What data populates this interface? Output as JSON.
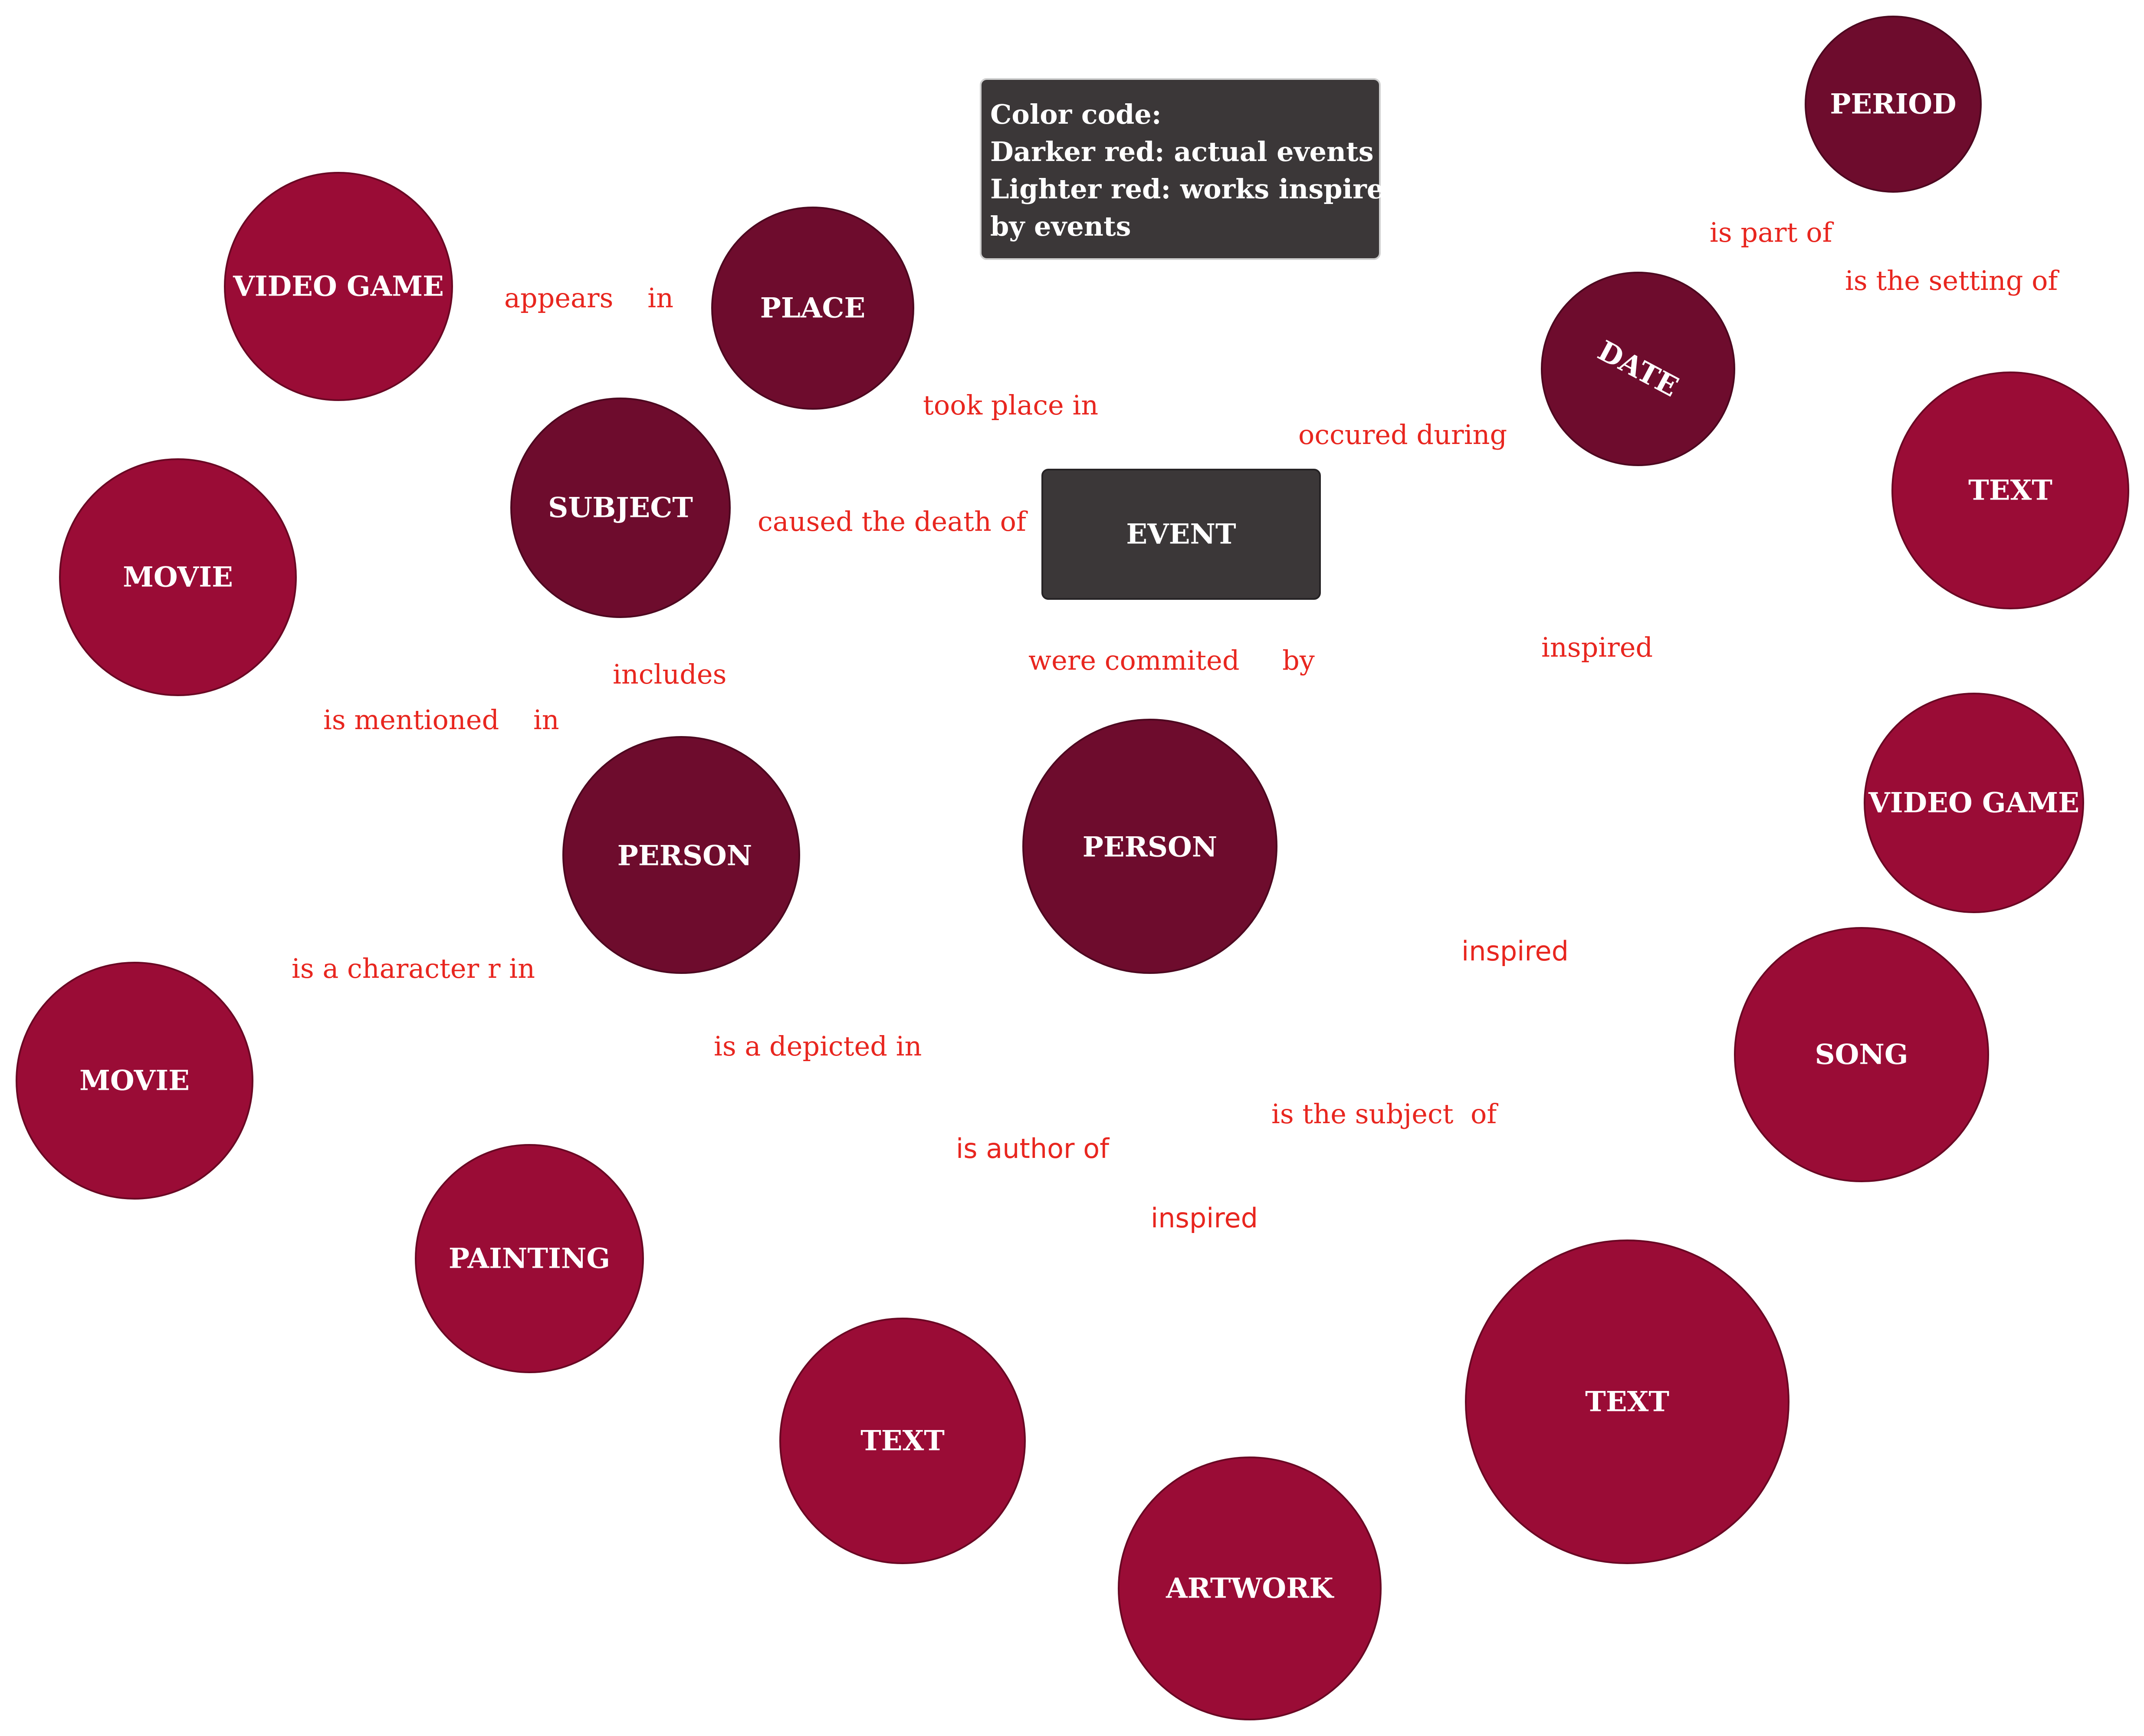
{
  "colors": {
    "actual_event": "#6e0c2d",
    "inspired_work": "#9a0c36",
    "box": "#3b3738",
    "edge_label": "#e8261f",
    "node_text": "#ffffff"
  },
  "legend": {
    "lines": [
      "Color code:",
      "Darker red: actual events",
      "Lighter red: works inspired",
      "by events"
    ]
  },
  "center": {
    "label": "EVENT"
  },
  "nodes": [
    {
      "id": "video-game-1",
      "label": "VIDEO GAME",
      "kind": "inspired_work"
    },
    {
      "id": "place",
      "label": "PLACE",
      "kind": "actual_event"
    },
    {
      "id": "subject",
      "label": "SUBJECT",
      "kind": "actual_event"
    },
    {
      "id": "movie-1",
      "label": "MOVIE",
      "kind": "inspired_work"
    },
    {
      "id": "period",
      "label": "PERIOD",
      "kind": "actual_event"
    },
    {
      "id": "date",
      "label": "DATE",
      "kind": "actual_event"
    },
    {
      "id": "text-1",
      "label": "TEXT",
      "kind": "inspired_work"
    },
    {
      "id": "video-game-2",
      "label": "VIDEO GAME",
      "kind": "inspired_work"
    },
    {
      "id": "person-1",
      "label": "PERSON",
      "kind": "actual_event"
    },
    {
      "id": "person-2",
      "label": "PERSON",
      "kind": "actual_event"
    },
    {
      "id": "movie-2",
      "label": "MOVIE",
      "kind": "inspired_work"
    },
    {
      "id": "song",
      "label": "SONG",
      "kind": "inspired_work"
    },
    {
      "id": "painting",
      "label": "PAINTING",
      "kind": "inspired_work"
    },
    {
      "id": "text-2",
      "label": "TEXT",
      "kind": "inspired_work"
    },
    {
      "id": "text-3",
      "label": "TEXT",
      "kind": "inspired_work"
    },
    {
      "id": "artwork",
      "label": "ARTWORK",
      "kind": "inspired_work"
    }
  ],
  "edge_labels": [
    "appears    in",
    "took place in",
    "caused the death of",
    "includes",
    "is mentioned    in",
    "were commited     by",
    "occured during",
    "is part of",
    "is the setting of",
    "inspired",
    "inspired",
    "is a character r in",
    "is a depicted in",
    "is the subject  of",
    "is author of",
    "inspired"
  ]
}
